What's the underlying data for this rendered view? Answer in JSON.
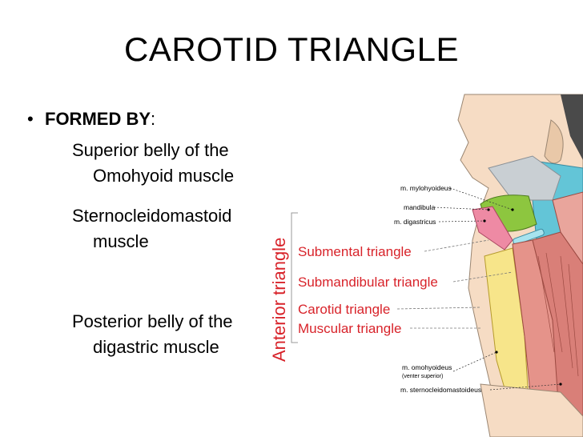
{
  "title": "CAROTID TRIANGLE",
  "bullet": {
    "symbol": "•",
    "heading": "FORMED BY",
    "suffix": ":"
  },
  "items": [
    {
      "line1": "Superior belly of the",
      "line2": "Omohyoid muscle"
    },
    {
      "line1": "Sternocleidomastoid",
      "line2": "muscle"
    },
    {
      "line1": "Posterior belly of the",
      "line2": "digastric muscle"
    }
  ],
  "diagram": {
    "group_label": "Anterior triangle",
    "triangles": [
      "Submental triangle",
      "Submandibular triangle",
      "Carotid triangle",
      "Muscular triangle"
    ],
    "labels": {
      "mylohyoid": "m. mylohyoideus",
      "mandible": "mandibula",
      "digastric": "m. digastricus",
      "omohyoid": "m. omohyoideus",
      "omohyoid_sub": "(venter superior)",
      "scm": "m. sternocleidomastoideus"
    },
    "colors": {
      "label_red": "#d8232a",
      "skin": "#f6dcc4",
      "green": "#8dc63f",
      "yellow": "#f7e58a",
      "blue": "#63c5d7",
      "muscle": "#e5938a",
      "pink": "#ee8aa4"
    }
  }
}
